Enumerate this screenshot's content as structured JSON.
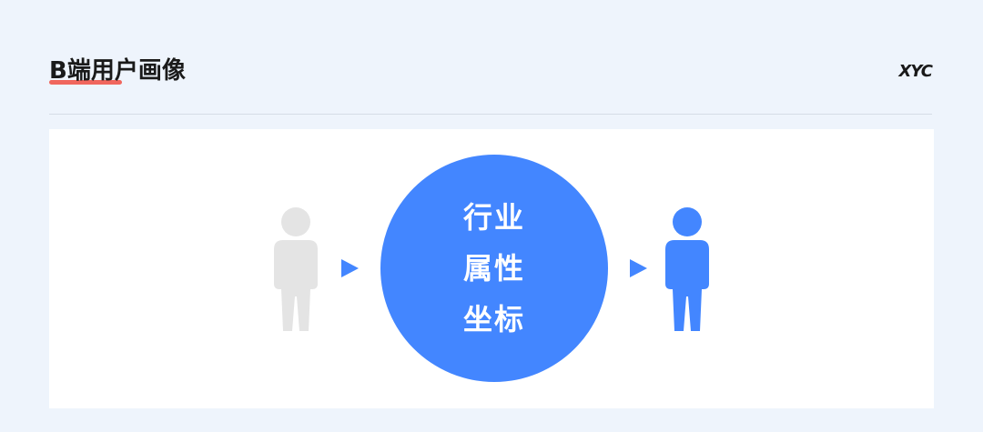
{
  "header": {
    "title": "B端用户画像",
    "brand": "XYC"
  },
  "diagram": {
    "center_lines": [
      "行业",
      "属性",
      "坐标"
    ]
  },
  "colors": {
    "background": "#eef4fc",
    "panel": "#ffffff",
    "accent_blue": "#4386ff",
    "figure_gray": "#e4e4e4",
    "underline_red": "#f0574b"
  },
  "icons": {
    "left_figure": "person-gray-icon",
    "right_figure": "person-blue-icon",
    "arrows": "triangle-right-icon"
  }
}
